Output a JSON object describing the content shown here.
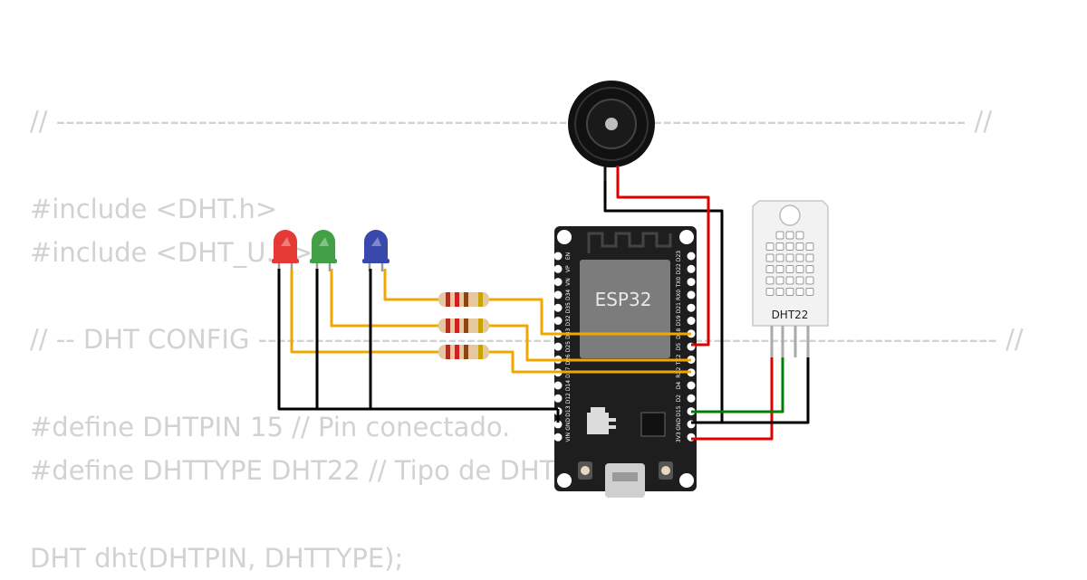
{
  "code_background": {
    "lines": [
      "// ------------------------------------------------------------------------------------------------ //",
      "",
      "#include <DHT.h>",
      "#include <DHT_U.h>",
      "",
      "// -- DHT CONFIG ------------------------------------------------------------------------------ //",
      "",
      "#define DHTPIN 15 // Pin conectado.",
      "#define DHTTYPE DHT22 // Tipo de DHT",
      "",
      "DHT dht(DHTPIN, DHTTYPE);"
    ]
  },
  "board": {
    "label": "ESP32",
    "left_pins": [
      "EN",
      "VP",
      "VN",
      "D34",
      "D35",
      "D32",
      "D33",
      "D25",
      "D26",
      "D27",
      "D14",
      "D12",
      "D13",
      "GND",
      "VIN"
    ],
    "right_pins": [
      "D23",
      "D22",
      "TX0",
      "RX0",
      "D21",
      "D19",
      "D18",
      "D5",
      "TX2",
      "RX2",
      "D4",
      "D2",
      "D15",
      "GND",
      "3V3"
    ]
  },
  "sensor": {
    "label": "DHT22"
  },
  "colors": {
    "led_red": "#e53935",
    "led_green": "#43a047",
    "led_blue": "#3949ab",
    "wire_signal": "#f0a800",
    "wire_power": "#e00000",
    "wire_ground": "#000000",
    "wire_data": "#008000",
    "board": "#1e1e1e",
    "chip": "#7c7c7c"
  },
  "icons": [
    "buzzer-icon",
    "led-icon",
    "resistor-icon",
    "esp32-board-icon",
    "dht22-sensor-icon"
  ]
}
